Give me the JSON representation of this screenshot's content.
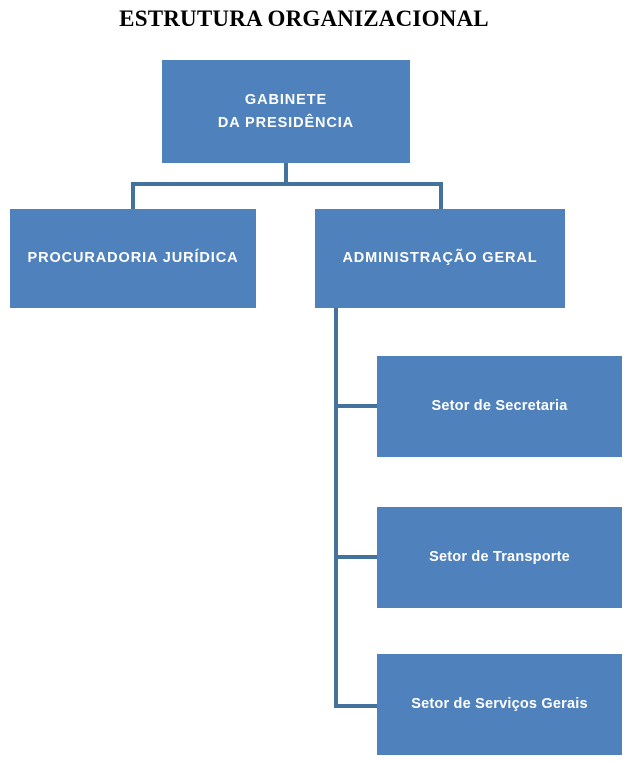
{
  "title": "ESTRUTURA ORGANIZACIONAL",
  "theme": {
    "box_fill": "#4F81BD",
    "box_text": "#FFFFFF",
    "connector": "#43739C",
    "background": "#FFFFFF",
    "title_color": "#000000"
  },
  "chart_data": {
    "type": "diagram",
    "diagram_kind": "organizational-chart",
    "title": "ESTRUTURA ORGANIZACIONAL",
    "orientation": "top-down-with-left-branching-sublevel",
    "nodes": [
      {
        "id": "gabinete",
        "label": "GABINETE\nDA PRESIDÊNCIA",
        "level": 1,
        "parent": null
      },
      {
        "id": "procuradoria",
        "label": "PROCURADORIA JURÍDICA",
        "level": 2,
        "parent": "gabinete"
      },
      {
        "id": "administracao",
        "label": "ADMINISTRAÇÃO GERAL",
        "level": 2,
        "parent": "gabinete"
      },
      {
        "id": "secretaria",
        "label": "Setor de Secretaria",
        "level": 3,
        "parent": "administracao"
      },
      {
        "id": "transporte",
        "label": "Setor de Transporte",
        "level": 3,
        "parent": "administracao"
      },
      {
        "id": "servicos",
        "label": "Setor de Serviços Gerais",
        "level": 3,
        "parent": "administracao"
      }
    ],
    "edges": [
      {
        "from": "gabinete",
        "to": "procuradoria"
      },
      {
        "from": "gabinete",
        "to": "administracao"
      },
      {
        "from": "administracao",
        "to": "secretaria"
      },
      {
        "from": "administracao",
        "to": "transporte"
      },
      {
        "from": "administracao",
        "to": "servicos"
      }
    ]
  },
  "nodes": {
    "gabinete": {
      "line1": "GABINETE",
      "line2": "DA PRESIDÊNCIA",
      "label": "GABINETE\nDA PRESIDÊNCIA"
    },
    "procuradoria": {
      "label": "PROCURADORIA JURÍDICA"
    },
    "administracao": {
      "label": "ADMINISTRAÇÃO GERAL"
    },
    "secretaria": {
      "label": "Setor de Secretaria"
    },
    "transporte": {
      "label": "Setor de Transporte"
    },
    "servicos": {
      "label": "Setor de Serviços Gerais"
    }
  }
}
